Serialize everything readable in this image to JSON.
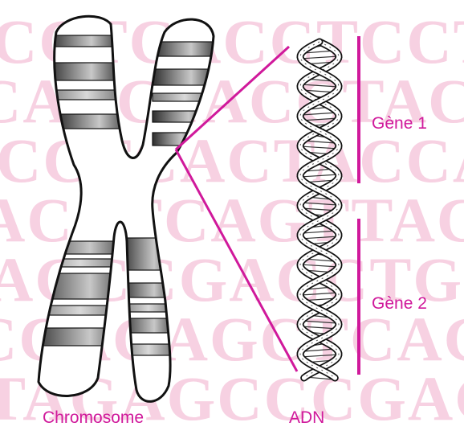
{
  "background_letters": {
    "rows": [
      "CCTCACCTCCTCACCTC",
      "CACCTACCTACCGACC",
      "CCTCACTACCACAGCT",
      "ACCTCAGTTACCTCATT",
      "AGCCGACCTGCCTGGT",
      "CCAGAGCTCAGGGCAG",
      "TAGAGCCCGAGAGCCA"
    ],
    "color": "#f6c9dd"
  },
  "labels": {
    "chromosome": "Chromosome",
    "dna": "ADN",
    "gene1": "Gène 1",
    "gene2": "Gène 2"
  },
  "colors": {
    "accent": "#d0199b",
    "outline": "#111111",
    "band_dark": "#4a4a4a",
    "band_mid": "#9a9a9a",
    "band_light": "#cfcfcf"
  }
}
